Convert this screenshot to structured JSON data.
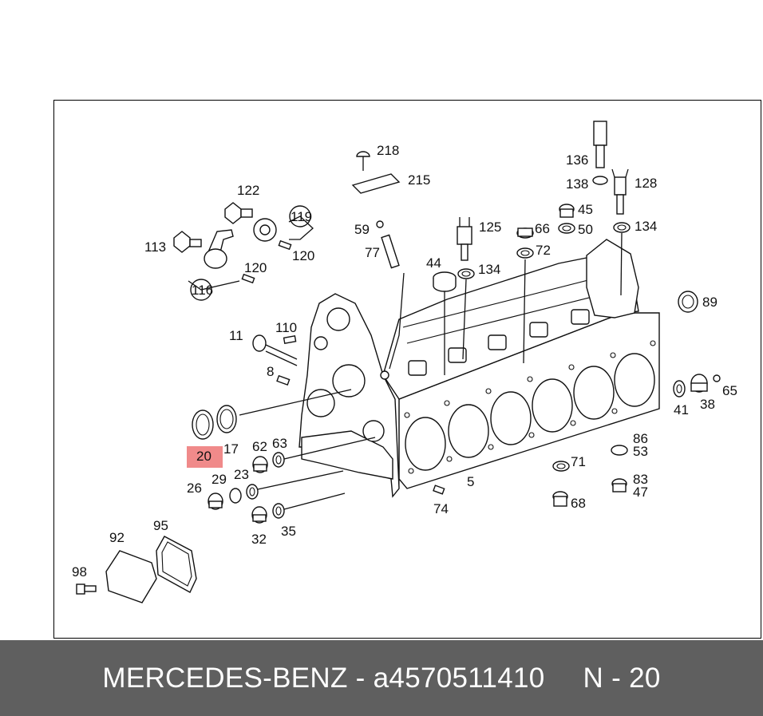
{
  "footer": {
    "brand": "MERCEDES-BENZ",
    "separator": "-",
    "part_number": "a4570511410",
    "ref": "N - 20"
  },
  "highlight_color": "#f08a8a",
  "callouts": [
    {
      "id": "218",
      "text": "218"
    },
    {
      "id": "215",
      "text": "215"
    },
    {
      "id": "136",
      "text": "136"
    },
    {
      "id": "138",
      "text": "138"
    },
    {
      "id": "128",
      "text": "128"
    },
    {
      "id": "122",
      "text": "122"
    },
    {
      "id": "119",
      "text": "119"
    },
    {
      "id": "120a",
      "text": "120"
    },
    {
      "id": "120b",
      "text": "120"
    },
    {
      "id": "113",
      "text": "113"
    },
    {
      "id": "116",
      "text": "116"
    },
    {
      "id": "59",
      "text": "59"
    },
    {
      "id": "77",
      "text": "77"
    },
    {
      "id": "125",
      "text": "125"
    },
    {
      "id": "66",
      "text": "66"
    },
    {
      "id": "45",
      "text": "45"
    },
    {
      "id": "50",
      "text": "50"
    },
    {
      "id": "134a",
      "text": "134"
    },
    {
      "id": "134b",
      "text": "134"
    },
    {
      "id": "44",
      "text": "44"
    },
    {
      "id": "72",
      "text": "72"
    },
    {
      "id": "89",
      "text": "89"
    },
    {
      "id": "11",
      "text": "11"
    },
    {
      "id": "110",
      "text": "110"
    },
    {
      "id": "8",
      "text": "8"
    },
    {
      "id": "41",
      "text": "41"
    },
    {
      "id": "38",
      "text": "38"
    },
    {
      "id": "65",
      "text": "65"
    },
    {
      "id": "17",
      "text": "17"
    },
    {
      "id": "20",
      "text": "20"
    },
    {
      "id": "62",
      "text": "62"
    },
    {
      "id": "63",
      "text": "63"
    },
    {
      "id": "86",
      "text": "86"
    },
    {
      "id": "53",
      "text": "53"
    },
    {
      "id": "71",
      "text": "71"
    },
    {
      "id": "29",
      "text": "29"
    },
    {
      "id": "23",
      "text": "23"
    },
    {
      "id": "26",
      "text": "26"
    },
    {
      "id": "5",
      "text": "5"
    },
    {
      "id": "83",
      "text": "83"
    },
    {
      "id": "47",
      "text": "47"
    },
    {
      "id": "74",
      "text": "74"
    },
    {
      "id": "68",
      "text": "68"
    },
    {
      "id": "32",
      "text": "32"
    },
    {
      "id": "35",
      "text": "35"
    },
    {
      "id": "92",
      "text": "92"
    },
    {
      "id": "95",
      "text": "95"
    },
    {
      "id": "98",
      "text": "98"
    }
  ]
}
